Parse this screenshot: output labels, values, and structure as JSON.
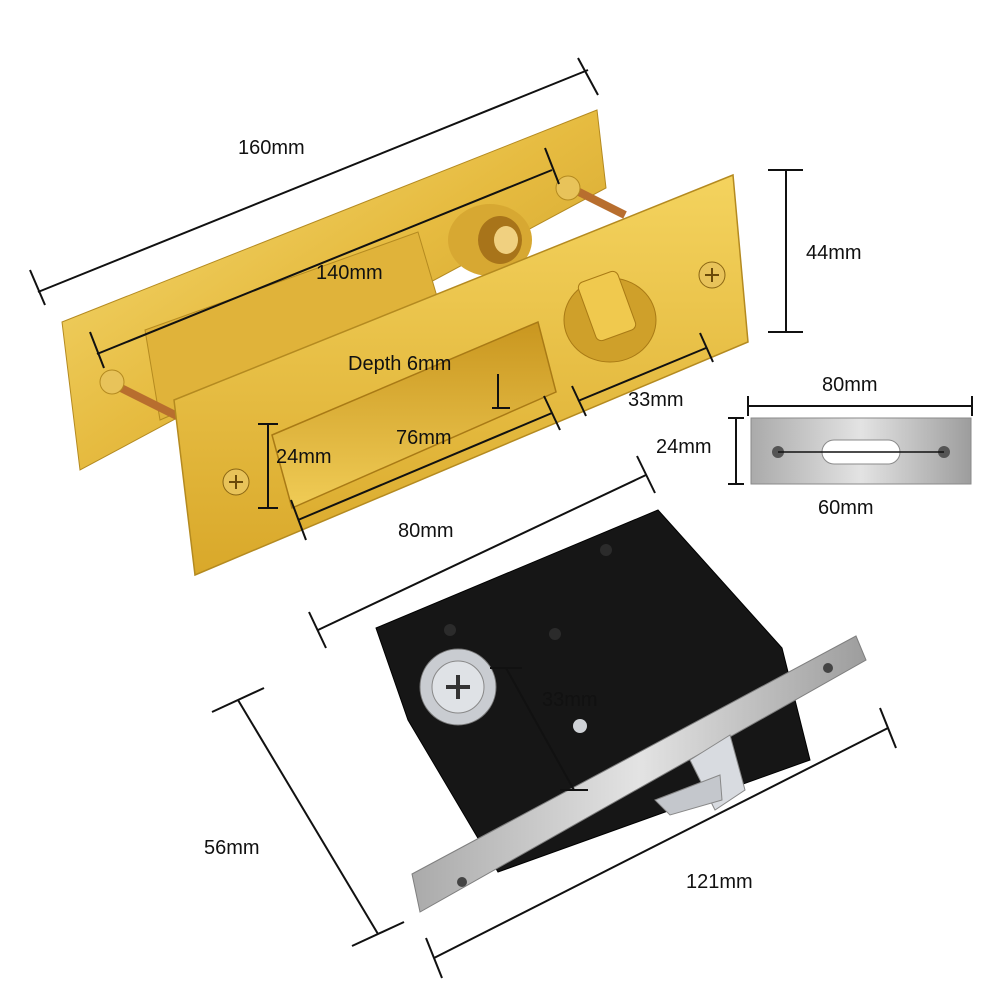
{
  "dimensions": {
    "outer_plate_length": "160mm",
    "screw_spacing": "140mm",
    "plate_height": "44mm",
    "recess_depth": "Depth 6mm",
    "recess_length": "76mm",
    "recess_height": "24mm",
    "turn_offset": "33mm",
    "plate_width": "80mm",
    "strike_length": "80mm",
    "strike_height": "24mm",
    "strike_hole_spacing": "60mm",
    "mortise_depth": "33mm",
    "mortise_height": "56mm",
    "faceplate_length": "121mm"
  },
  "colors": {
    "brass_light": "#f3d565",
    "brass_mid": "#e2b63a",
    "brass_dark": "#b8891c",
    "steel_light": "#d9d9d9",
    "steel_dark": "#9a9a9a",
    "lockbody_black": "#151515"
  }
}
